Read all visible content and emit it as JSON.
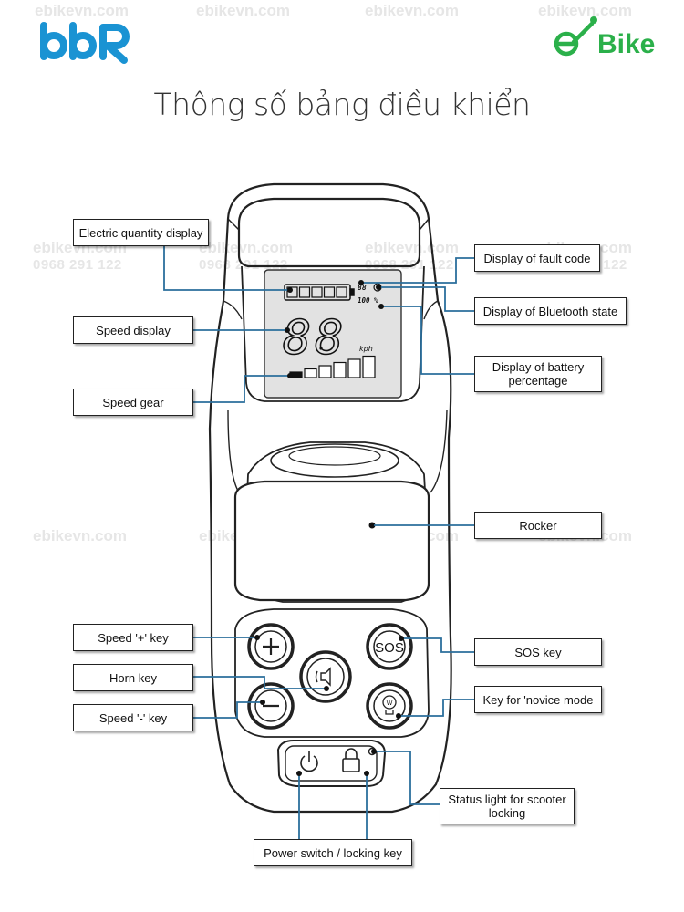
{
  "title": "Thông số bảng điều khiển",
  "brand_left": {
    "color": "#1a93d3"
  },
  "brand_right": {
    "text": "Bike",
    "color": "#2bb04a"
  },
  "watermark": {
    "site": "ebikevn.com",
    "phone": "0968 291 122"
  },
  "display": {
    "speed_digits": "88",
    "unit": "kph",
    "fault_code": "88",
    "battery_percent": "100 %",
    "battery_cells": 5,
    "gear_levels": 6
  },
  "buttons": {
    "sos": "SOS",
    "novice": "W"
  },
  "callouts": {
    "electric_quantity": "Electric quantity display",
    "speed_display": "Speed display",
    "speed_gear": "Speed gear",
    "fault_code": "Display of fault code",
    "bluetooth": "Display of Bluetooth state",
    "battery_percentage": "Display of battery percentage",
    "rocker": "Rocker",
    "speed_plus": "Speed '+' key",
    "horn": "Horn key",
    "speed_minus": "Speed '-' key",
    "sos": "SOS key",
    "novice": "Key for 'novice mode",
    "status_light": "Status light for scooter locking",
    "power": "Power switch / locking key"
  },
  "colors": {
    "leader": "#2b6f9c",
    "outline": "#222222"
  }
}
